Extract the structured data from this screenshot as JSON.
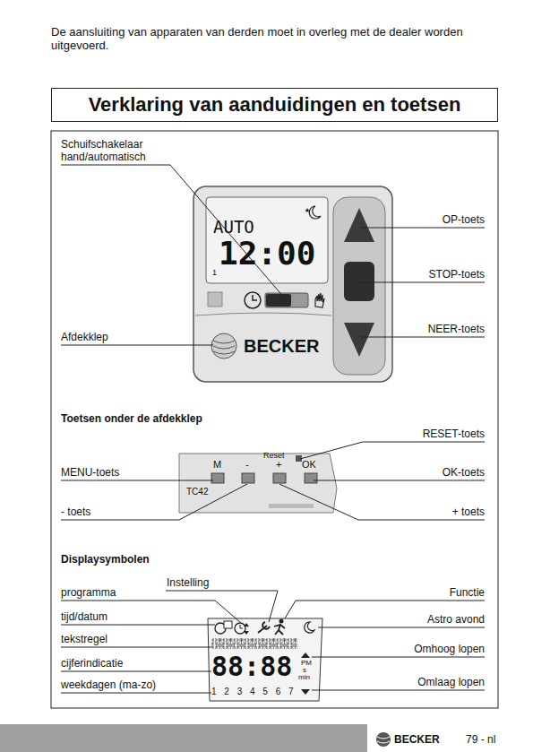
{
  "diagram": {
    "title": "Verklaring van aanduidingen en toetsen",
    "labels": [
      "De aansluiting van apparaten van derden moet in overleg met de dealer worden uitgevoerd.",
      "Schuifschakelaar hand/automatisch",
      "OP-toets",
      "STOP-toets",
      "NEER-toets",
      "Afdekklep",
      "AUTO",
      "12:00",
      "1",
      "BECKER",
      "Toetsen onder de afdekklep",
      "RESET-toets",
      "MENU-toets",
      "OK-toets",
      "- toets",
      "+ toets",
      "Reset",
      "M",
      "-",
      "+",
      "OK",
      "TC42",
      "Displaysymbolen",
      "Instelling",
      "programma",
      "Functie",
      "tijd/datum",
      "Astro avond",
      "tekstregel",
      "Omhoog lopen",
      "cijferindicatie",
      "Omlaag lopen",
      "weekdagen (ma-zo)",
      "88:88",
      "PM",
      "s",
      "min",
      "1 2 3 4 5 6 7",
      "BECKER",
      "79 - nl"
    ]
  }
}
